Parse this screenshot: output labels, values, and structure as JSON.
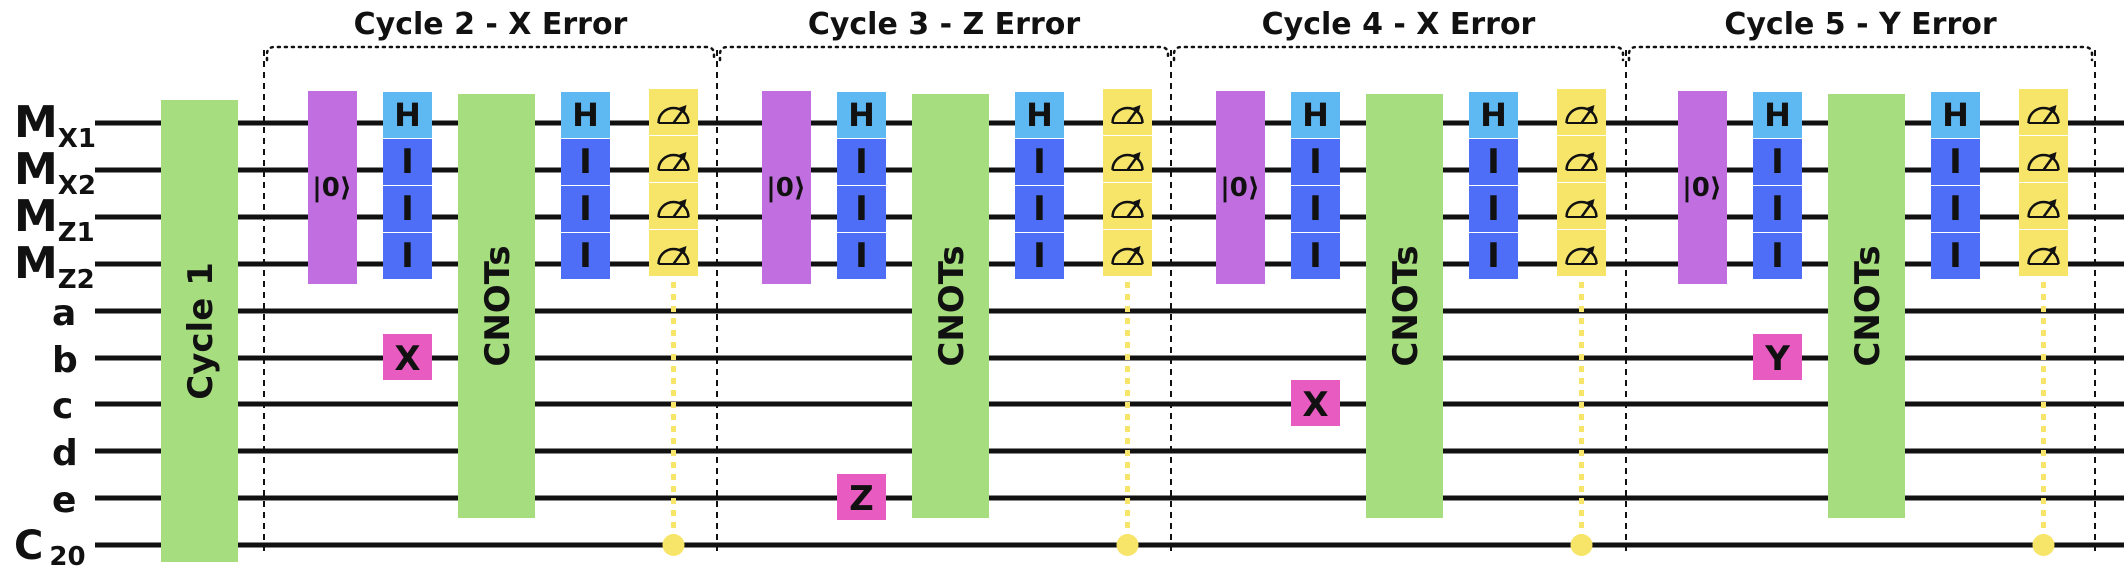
{
  "wires": [
    {
      "main": "M",
      "sub": "X1"
    },
    {
      "main": "M",
      "sub": "X2"
    },
    {
      "main": "M",
      "sub": "Z1"
    },
    {
      "main": "M",
      "sub": "Z2"
    },
    {
      "main": "a",
      "sub": ""
    },
    {
      "main": "b",
      "sub": ""
    },
    {
      "main": "c",
      "sub": ""
    },
    {
      "main": "d",
      "sub": ""
    },
    {
      "main": "e",
      "sub": ""
    },
    {
      "main": "C",
      "sub": "20"
    }
  ],
  "cycle1_label": "Cycle 1",
  "cycles": [
    {
      "title": "Cycle 2 - X Error",
      "reset_label": "|0⟩",
      "h_label": "H",
      "i_label": "I",
      "cnot_label": "CNOTs",
      "error": {
        "label": "X",
        "wire": 5
      }
    },
    {
      "title": "Cycle 3 - Z Error",
      "reset_label": "|0⟩",
      "h_label": "H",
      "i_label": "I",
      "cnot_label": "CNOTs",
      "error": {
        "label": "Z",
        "wire": 8
      }
    },
    {
      "title": "Cycle 4 - X Error",
      "reset_label": "|0⟩",
      "h_label": "H",
      "i_label": "I",
      "cnot_label": "CNOTs",
      "error": {
        "label": "X",
        "wire": 6
      }
    },
    {
      "title": "Cycle 5 - Y Error",
      "reset_label": "|0⟩",
      "h_label": "H",
      "i_label": "I",
      "cnot_label": "CNOTs",
      "error": {
        "label": "Y",
        "wire": 5
      }
    }
  ],
  "colors": {
    "wire": "#111111",
    "cycle_block": "#a6de7f",
    "reset_gate": "#c06ee0",
    "h_gate": "#5eb8f2",
    "i_gate": "#4f6ef7",
    "measure_gate": "#f7e56a",
    "classical_line": "#f7e56a",
    "error_gate": "#e85bc0"
  }
}
